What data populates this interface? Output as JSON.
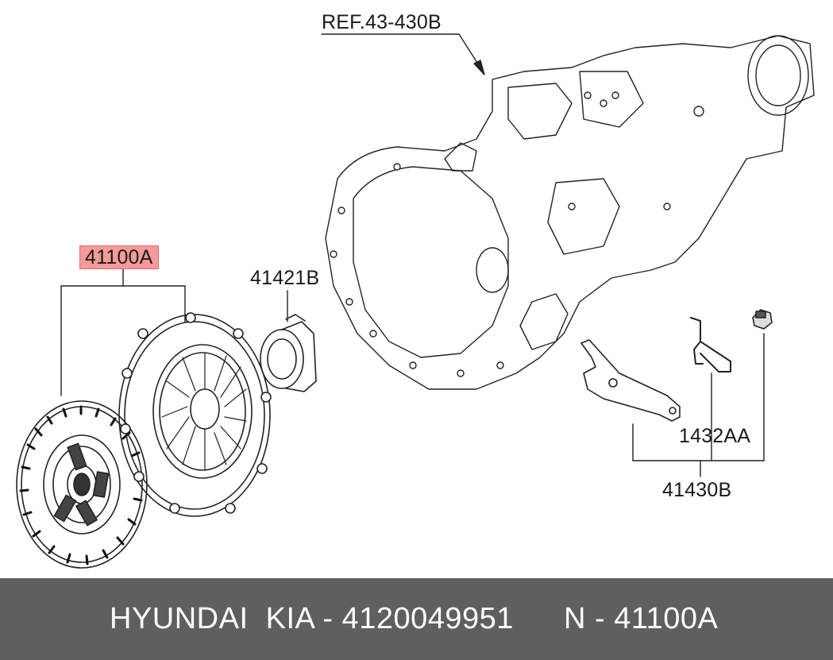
{
  "labels": {
    "ref": "REF.43-430B",
    "kit": "41100A",
    "bearing": "41421B",
    "spring": "1432AA",
    "fork": "41430B"
  },
  "highlight_color": "#f59a9a",
  "footer": {
    "brand": "HYUNDAI  KIA - 4120049951",
    "code": "N - 41100A",
    "background": "#5f5f5f"
  }
}
